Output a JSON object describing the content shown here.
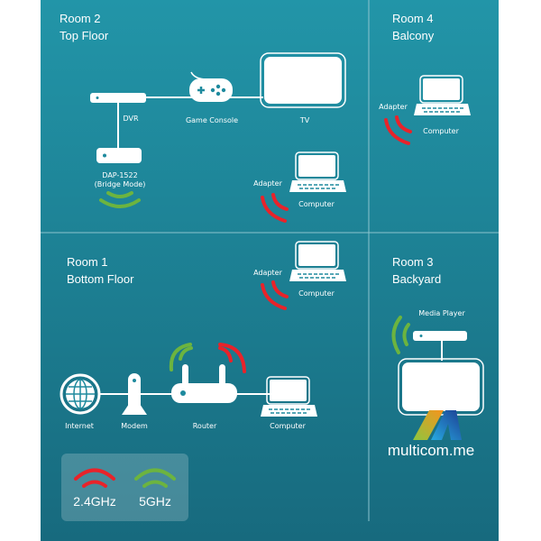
{
  "rooms": {
    "room2": {
      "title": "Room 2",
      "subtitle": "Top Floor"
    },
    "room4": {
      "title": "Room 4",
      "subtitle": "Balcony"
    },
    "room1": {
      "title": "Room 1",
      "subtitle": "Bottom Floor"
    },
    "room3": {
      "title": "Room 3",
      "subtitle": "Backyard"
    }
  },
  "devices": {
    "dvr": "DVR",
    "game_console": "Game Console",
    "tv": "TV",
    "dap": "DAP-1522",
    "dap_mode": "(Bridge Mode)",
    "adapter": "Adapter",
    "computer": "Computer",
    "media_player": "Media Player",
    "internet": "Internet",
    "modem": "Modem",
    "router": "Router"
  },
  "legend": {
    "band_24": "2.4GHz",
    "band_5": "5GHz"
  },
  "colors": {
    "background": "#1e8a9e",
    "band_24": "#e8232a",
    "band_5": "#6cb43f"
  },
  "watermark": "multicom.me"
}
